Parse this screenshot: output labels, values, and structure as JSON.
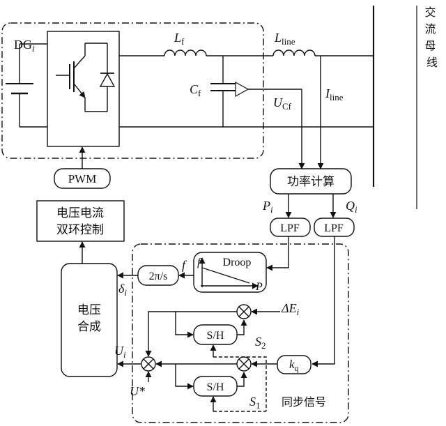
{
  "bus": {
    "label_chars": [
      "交",
      "流",
      "母",
      "线"
    ]
  },
  "inverter": {
    "dg_label": "DG",
    "dg_sub": "i"
  },
  "components": {
    "lf": {
      "main": "L",
      "sub": "f"
    },
    "lline": {
      "main": "L",
      "sub": "line"
    },
    "cf": {
      "main": "C",
      "sub": "f"
    },
    "ucf": {
      "main": "U",
      "sub": "Cf"
    },
    "iline": {
      "main": "I",
      "sub": "line"
    }
  },
  "blocks": {
    "pwm": "PWM",
    "power_calc": "功率计算",
    "lpf_p": "LPF",
    "lpf_q": "LPF",
    "vi_control_line1": "电压电流",
    "vi_control_line2": "双环控制",
    "voltage_synth_line1": "电压",
    "voltage_synth_line2": "合成",
    "integrator": "2π/s",
    "droop_title": "Droop",
    "droop_axis_f": "f",
    "droop_axis_p": "P",
    "sh_top": "S/H",
    "sh_bottom": "S/H",
    "kq_main": "k",
    "kq_sub": "q",
    "sync_signal": "同步信号"
  },
  "signals": {
    "p": {
      "main": "P",
      "sub": "i"
    },
    "q": {
      "main": "Q",
      "sub": "i"
    },
    "f": "f",
    "delta": {
      "main": "δ",
      "sub": "i"
    },
    "delta_e": {
      "main": "ΔE",
      "sub": "i"
    },
    "u": {
      "main": "U",
      "sub": "i"
    },
    "ustar": "U*",
    "s1": {
      "main": "S",
      "sub": "1"
    },
    "s2": {
      "main": "S",
      "sub": "2"
    }
  }
}
